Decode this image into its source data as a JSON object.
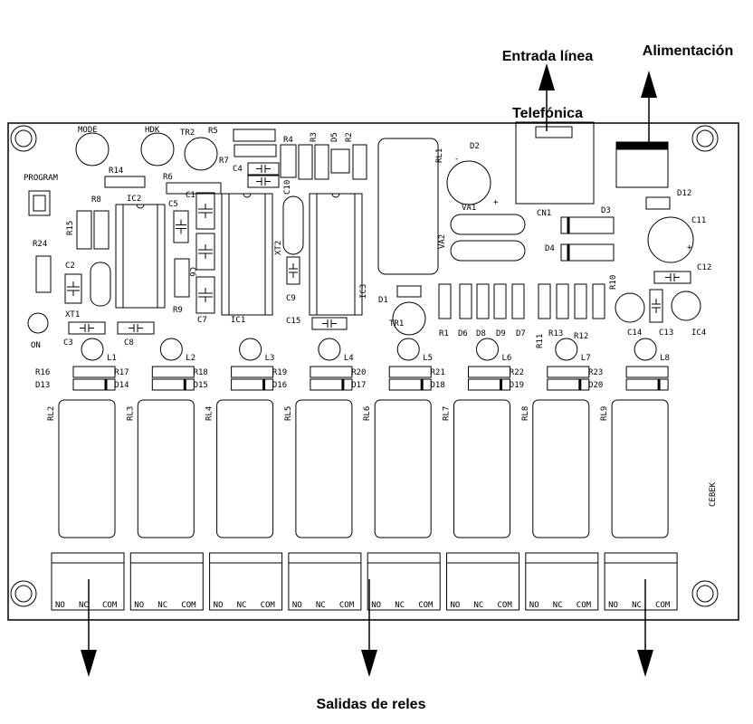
{
  "callouts": {
    "phone_line": [
      "Entrada línea",
      "Telefónica"
    ],
    "power": "Alimentación",
    "relay_outputs": "Salidas de reles"
  },
  "board": {
    "top_labels": {
      "mode": "MODE",
      "hdk": "HDK",
      "tr2": "TR2",
      "r5": "R5",
      "r7": "R7",
      "r4": "R4",
      "r3": "R3",
      "d5": "D5",
      "r2": "R2",
      "rl1": "RL1",
      "d2": "D2",
      "c4": "C4",
      "c10": "C10",
      "program": "PROGRAM",
      "r14": "R14",
      "r6": "R6",
      "r8": "R8",
      "ic2": "IC2",
      "c5": "C5",
      "c1": "C1",
      "r15": "R15",
      "r24": "R24",
      "c6": "C6",
      "xt2": "XT2",
      "c9": "C9",
      "c2": "C2",
      "r9": "R9",
      "c7": "C7",
      "ic1": "IC1",
      "ic3": "IC3",
      "d1": "D1",
      "c15": "C15",
      "xt1": "XT1",
      "on": "ON",
      "c3": "C3",
      "c8": "C8",
      "tr1": "TR1",
      "va1": "VA1",
      "va2": "VA2",
      "cn1": "CN1",
      "d3": "D3",
      "d4": "D4",
      "d12": "D12",
      "c11": "C11",
      "c12": "C12",
      "r10": "R10",
      "r1": "R1",
      "d6": "D6",
      "d8": "D8",
      "d9": "D9",
      "d7": "D7",
      "r11": "R11",
      "r13": "R13",
      "r12": "R12",
      "c14": "C14",
      "c13": "C13",
      "ic4": "IC4",
      "logo": "CEBEK",
      "minus": "-",
      "plus": "+"
    },
    "relay_channels": [
      {
        "led": "L1",
        "resistor": "R16",
        "diode": "D13",
        "relay": "RL2"
      },
      {
        "led": "L2",
        "resistor": "R17",
        "diode": "D14",
        "relay": "RL3"
      },
      {
        "led": "L3",
        "resistor": "R18",
        "diode": "D15",
        "relay": "RL4"
      },
      {
        "led": "L4",
        "resistor": "R19",
        "diode": "D16",
        "relay": "RL5"
      },
      {
        "led": "L5",
        "resistor": "R20",
        "diode": "D17",
        "relay": "RL6"
      },
      {
        "led": "L6",
        "resistor": "R21",
        "diode": "D18",
        "relay": "RL7"
      },
      {
        "led": "L7",
        "resistor": "R22",
        "diode": "D19",
        "relay": "RL8"
      },
      {
        "led": "L8",
        "resistor": "R23",
        "diode": "D20",
        "relay": "RL9"
      }
    ],
    "terminal_labels": [
      "NO",
      "NC",
      "COM"
    ]
  }
}
